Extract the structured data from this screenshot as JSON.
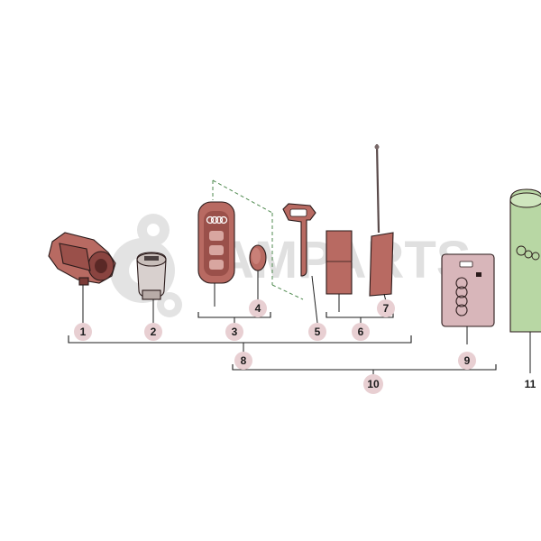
{
  "diagram": {
    "watermark": "AMPARTS",
    "callouts": {
      "c1": "1",
      "c2": "2",
      "c3": "3",
      "c4": "4",
      "c5": "5",
      "c6": "6",
      "c7": "7",
      "c8": "8",
      "c9": "9",
      "c10": "10",
      "c11": "11"
    },
    "colors": {
      "part_fill": "#b86a62",
      "part_dark": "#7a3a36",
      "card_fill": "#d8b6ba",
      "bottle_fill": "#b8d7a4",
      "callout_bg": "#e8cfd2",
      "watermark": "#c8c8c8"
    }
  }
}
